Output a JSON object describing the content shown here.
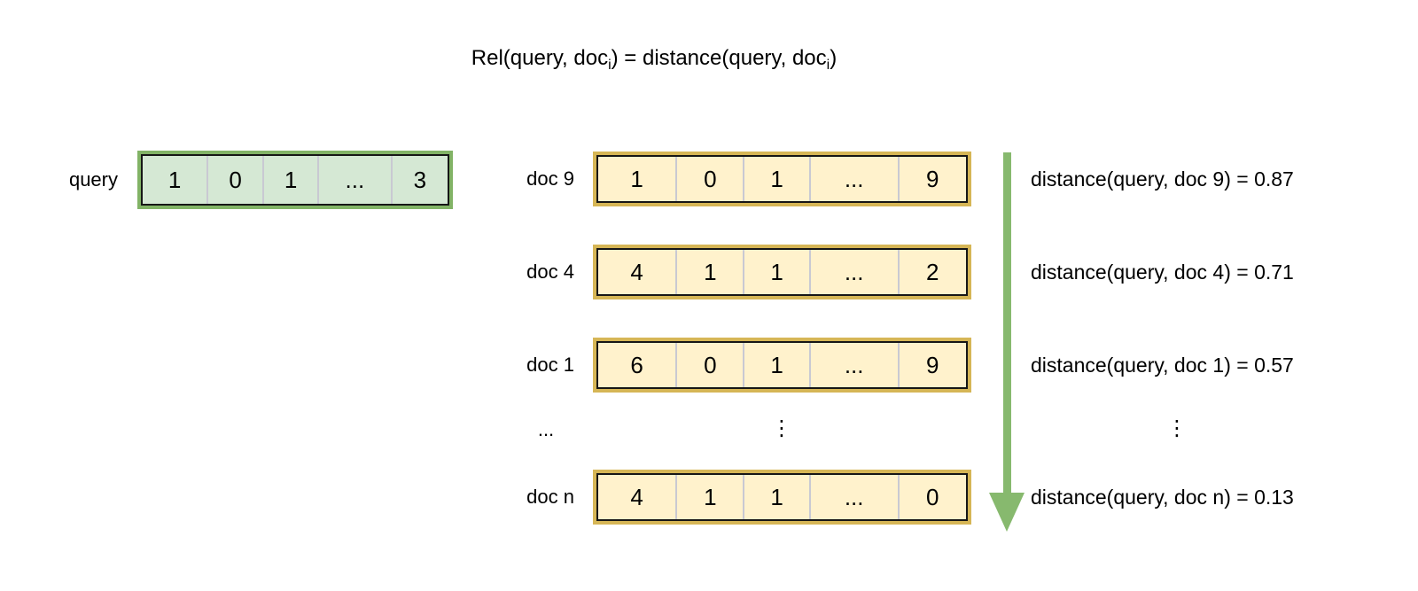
{
  "title": {
    "pre": "Rel(query, doc",
    "sub1": "i",
    "mid": ") = distance(query, doc",
    "sub2": "i",
    "post": ")"
  },
  "colors": {
    "query_fill": "#d5e8d4",
    "query_border": "#82b366",
    "doc_fill": "#fff2cc",
    "doc_border": "#d6b656",
    "arrow_green": "#87b96e",
    "divider": "#c9c9d2",
    "ink": "#000000"
  },
  "query": {
    "label": "query",
    "cells": [
      "1",
      "0",
      "1",
      "...",
      "3"
    ]
  },
  "docs": [
    {
      "label": "doc 9",
      "cells": [
        "1",
        "0",
        "1",
        "...",
        "9"
      ],
      "distance": "distance(query, doc 9) = 0.87"
    },
    {
      "label": "doc 4",
      "cells": [
        "4",
        "1",
        "1",
        "...",
        "2"
      ],
      "distance": "distance(query, doc 4) = 0.71"
    },
    {
      "label": "doc 1",
      "cells": [
        "6",
        "0",
        "1",
        "...",
        "9"
      ],
      "distance": "distance(query, doc 1) = 0.57"
    },
    {
      "label": "doc n",
      "cells": [
        "4",
        "1",
        "1",
        "...",
        "0"
      ],
      "distance": "distance(query, doc n) = 0.13"
    }
  ],
  "ellipsis": {
    "row_label": "...",
    "vector_dots": "⋮",
    "distance_dots": "⋮"
  }
}
